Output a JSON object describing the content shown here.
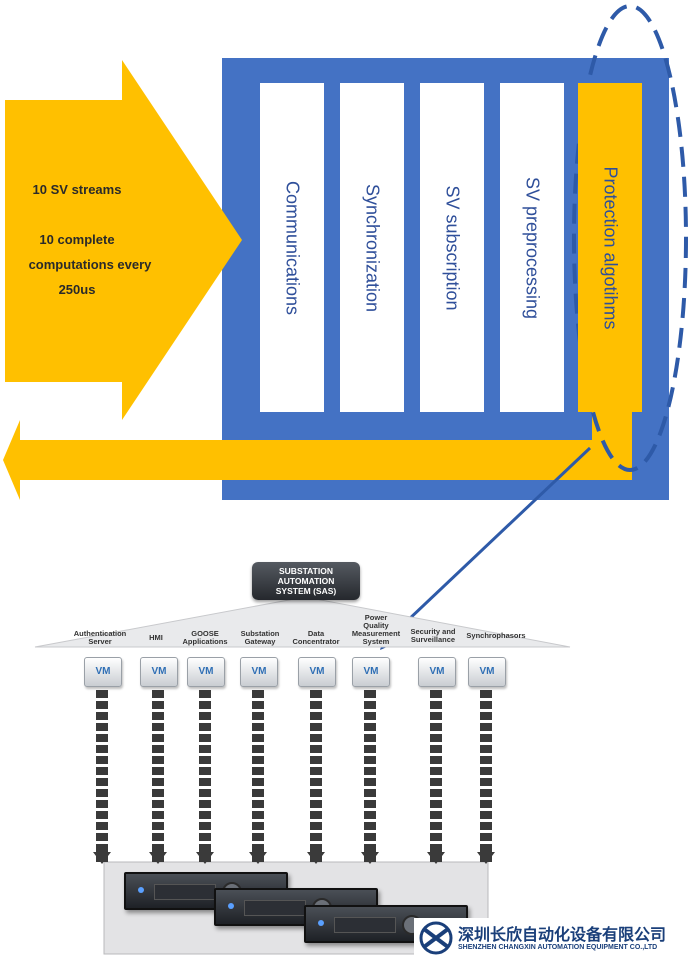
{
  "colors": {
    "blue": "#4472c4",
    "gold": "#ffc000",
    "dark": "#3a3a3a"
  },
  "input_arrow": {
    "line1": "10 SV streams",
    "line2": "10 complete",
    "line3": "computations every",
    "line4": "250us"
  },
  "modules": [
    {
      "label": "Communications"
    },
    {
      "label": "Synchronization"
    },
    {
      "label": "SV subscription"
    },
    {
      "label": "SV preprocessing"
    },
    {
      "label": "Protection algotihms"
    }
  ],
  "sas": {
    "title_line1": "SUBSTATION",
    "title_line2": "AUTOMATION",
    "title_line3": "SYSTEM (SAS)"
  },
  "services": [
    {
      "line1": "Authentication",
      "line2": "Server"
    },
    {
      "line1": "HMI",
      "line2": ""
    },
    {
      "line1": "GOOSE",
      "line2": "Applications"
    },
    {
      "line1": "Substation",
      "line2": "Gateway"
    },
    {
      "line1": "Data",
      "line2": "Concentrator"
    },
    {
      "line1": "Power Quality",
      "line2": "Measurement System"
    },
    {
      "line1": "Security and",
      "line2": "Surveillance"
    },
    {
      "line1": "Synchrophasors",
      "line2": ""
    }
  ],
  "vm_label": "VM",
  "watermark": {
    "cn": "深圳长欣自动化设备有限公司",
    "en": "SHENZHEN CHANGXIN AUTOMATION EQUIPMENT CO.,LTD"
  }
}
